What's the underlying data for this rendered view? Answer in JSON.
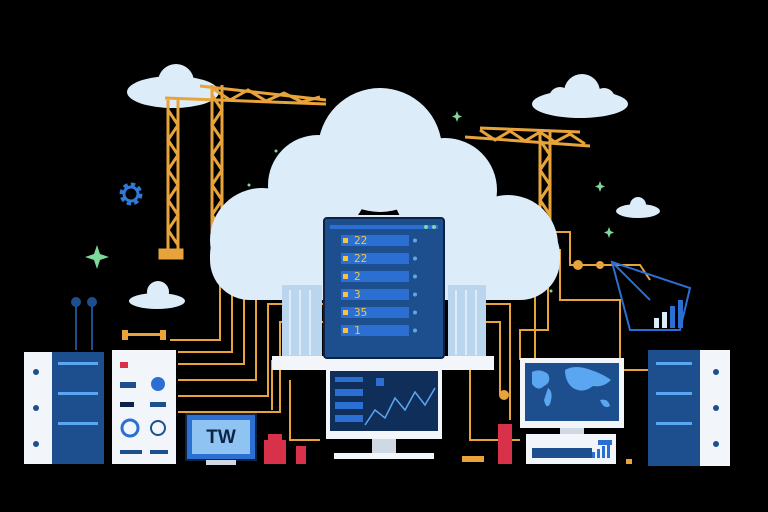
{
  "colors": {
    "background": "#000000",
    "cloud": "#dcecf8",
    "cloud_shade": "#b9d6ee",
    "wire_orange": "#e8a33a",
    "server_blue": "#1d4f8f",
    "screen_blue": "#2a6fd1",
    "accent_red": "#d8324a",
    "sparkle": "#7fd99a"
  },
  "icons": [
    "cloud-icon",
    "crane-icon",
    "gear-icon",
    "sparkle-icon",
    "server-rack-icon",
    "monitor-icon",
    "world-map-icon",
    "bar-chart-icon",
    "antenna-icon"
  ],
  "rack_rows": [
    {
      "label": "22"
    },
    {
      "label": "22"
    },
    {
      "label": "2"
    },
    {
      "label": "3"
    },
    {
      "label": "35"
    },
    {
      "label": "1"
    }
  ],
  "small_monitor": {
    "text": "TW"
  }
}
